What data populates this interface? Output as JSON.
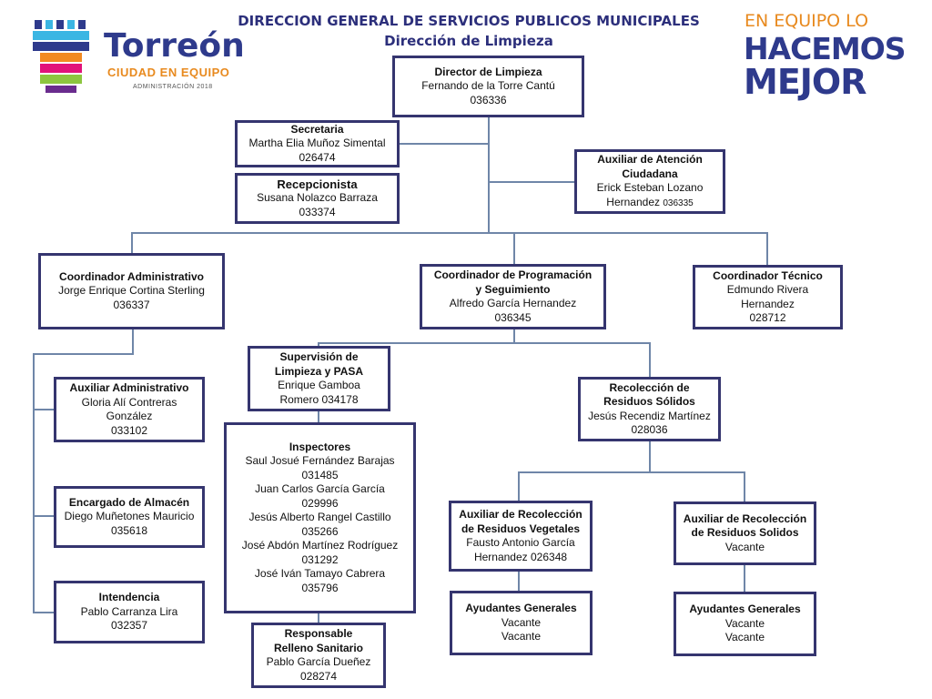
{
  "header": {
    "line1": "DIRECCION GENERAL DE SERVICIOS PUBLICOS MUNICIPALES",
    "line2": "Dirección de Limpieza"
  },
  "logo_left": {
    "name": "Torreón",
    "tagline": "CIUDAD EN EQUIPO",
    "sub": "ADMINISTRACIÓN 2018"
  },
  "logo_right": {
    "line1": "EN EQUIPO LO",
    "line2": "HACEMOS",
    "line3": "MEJOR"
  },
  "nodes": {
    "director": {
      "title": "Director de Limpieza",
      "lines": [
        "Fernando de la Torre Cantú",
        "036336"
      ]
    },
    "secretaria": {
      "title": "Secretaria",
      "lines": [
        "Martha Elia Muñoz Simental",
        "026474"
      ]
    },
    "recepcionista": {
      "title": "Recepcionista",
      "lines": [
        "Susana Nolazco Barraza",
        "033374"
      ]
    },
    "auxiliar_atencion": {
      "title1": "Auxiliar de Atención",
      "title2": "Ciudadana",
      "line1": "Erick Esteban Lozano",
      "line2a": "Hernandez",
      "line2b": "036335"
    },
    "coord_admin": {
      "title": "Coordinador Administrativo",
      "lines": [
        "Jorge Enrique Cortina Sterling",
        "036337"
      ]
    },
    "coord_prog": {
      "title1": "Coordinador de Programación",
      "title2": "y Seguimiento",
      "lines": [
        "Alfredo García Hernandez",
        "036345"
      ]
    },
    "coord_tec": {
      "title": "Coordinador Técnico",
      "lines": [
        "Edmundo Rivera",
        "Hernandez",
        "028712"
      ]
    },
    "aux_admin": {
      "title": "Auxiliar Administrativo",
      "lines": [
        "Gloria Alí Contreras",
        "González",
        "033102"
      ]
    },
    "almacen": {
      "title": "Encargado de Almacén",
      "lines": [
        "Diego Muñetones Mauricio",
        "035618"
      ]
    },
    "intendencia": {
      "title": "Intendencia",
      "lines": [
        "Pablo Carranza Lira",
        "032357"
      ]
    },
    "supervision": {
      "title1": "Supervisión de",
      "title2": "Limpieza y PASA",
      "lines": [
        "Enrique Gamboa",
        "Romero  034178"
      ]
    },
    "inspectores": {
      "title": "Inspectores",
      "lines": [
        "Saul Josué Fernández Barajas",
        "031485",
        "Juan Carlos García García",
        "029996",
        "Jesús Alberto Rangel Castillo",
        "035266",
        "José Abdón Martínez Rodríguez",
        "031292",
        "José Iván Tamayo Cabrera",
        "035796"
      ]
    },
    "relleno": {
      "title1": "Responsable",
      "title2": "Relleno Sanitario",
      "lines": [
        "Pablo García Dueñez",
        "028274"
      ]
    },
    "recoleccion": {
      "title1": "Recolección de",
      "title2": "Residuos Sólidos",
      "lines": [
        "Jesús Recendiz Martínez",
        "028036"
      ]
    },
    "aux_veg": {
      "title1": "Auxiliar de Recolección",
      "title2": "de Residuos Vegetales",
      "lines": [
        "Fausto Antonio García",
        "Hernandez 026348"
      ]
    },
    "aux_sol": {
      "title1": "Auxiliar de Recolección",
      "title2": "de Residuos Solidos",
      "lines": [
        "Vacante"
      ]
    },
    "ayud1": {
      "title": "Ayudantes Generales",
      "lines": [
        "Vacante",
        "Vacante"
      ]
    },
    "ayud2": {
      "title": "Ayudantes Generales",
      "lines": [
        "Vacante",
        "Vacante"
      ]
    }
  }
}
